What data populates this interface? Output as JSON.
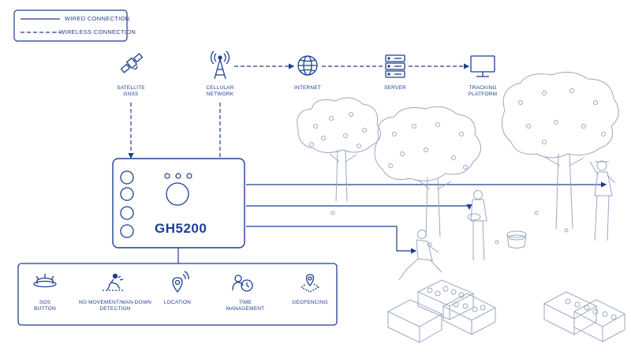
{
  "legend": {
    "wired": "WIRED CONNECTION",
    "wireless": "WIRELESS CONNECTION"
  },
  "nodes": {
    "satellite": {
      "line1": "SATELLITE",
      "line2": "GNSS",
      "icon": "satellite-icon"
    },
    "cellular": {
      "line1": "CELLULAR",
      "line2": "NETWORK",
      "icon": "cell-tower-icon"
    },
    "internet": {
      "line1": "INTERNET",
      "icon": "globe-icon"
    },
    "server": {
      "line1": "SERVER",
      "icon": "server-icon"
    },
    "platform": {
      "line1": "TRACKING",
      "line2": "PLATFORM",
      "icon": "monitor-icon"
    }
  },
  "device": {
    "name": "GH5200"
  },
  "features": [
    {
      "line1": "SOS",
      "line2": "BUTTON",
      "icon": "sos-button-icon"
    },
    {
      "line1": "NO MOVEMENT/MAN-DOWN",
      "line2": "DETECTION",
      "icon": "man-down-icon"
    },
    {
      "line1": "LOCATION",
      "line2": "",
      "icon": "location-pin-icon"
    },
    {
      "line1": "TIME",
      "line2": "MANAGEMENT",
      "icon": "clock-person-icon"
    },
    {
      "line1": "GEOFENCING",
      "line2": "",
      "icon": "geofence-icon"
    }
  ],
  "colors": {
    "accent": "#1d3f91",
    "illustration": "#9aa7c4",
    "background": "#ffffff"
  }
}
